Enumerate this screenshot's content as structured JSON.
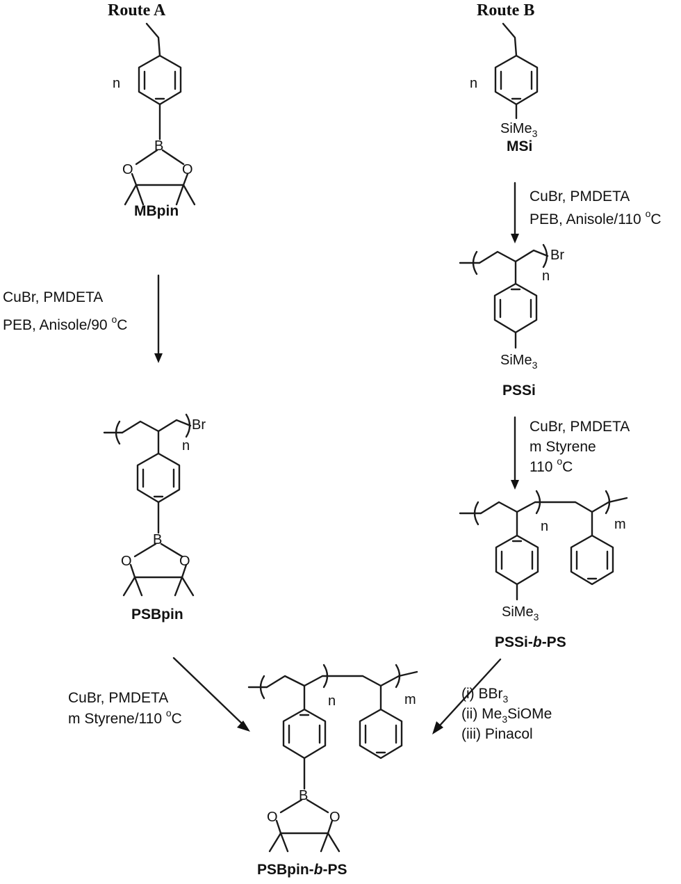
{
  "routes": {
    "route_a_title": "Route A",
    "route_b_title": "Route B"
  },
  "compounds": {
    "mbpin": "MBpin",
    "msi": "MSi",
    "pssi": "PSSi",
    "psbpin": "PSBpin",
    "pssi_b_ps": {
      "prefix": "PSSi-",
      "italic": "b",
      "suffix": "-PS"
    },
    "psbpin_b_ps": {
      "prefix": "PSBpin-",
      "italic": "b",
      "suffix": "-PS"
    }
  },
  "atoms": {
    "boron": "B",
    "oxygen": "O",
    "bromine": "Br",
    "sime3_base": "SiMe",
    "sime3_sub": "3",
    "repeat_n": "n",
    "repeat_m": "m"
  },
  "conditions": {
    "a1": [
      "CuBr, PMDETA",
      "PEB, Anisole/90 ",
      "C"
    ],
    "a2": [
      "CuBr, PMDETA",
      "m Styrene/110 ",
      "C"
    ],
    "b1": [
      "CuBr, PMDETA",
      "PEB, Anisole/110 ",
      "C"
    ],
    "b2": [
      "CuBr, PMDETA",
      "m Styrene",
      "110 ",
      "C"
    ],
    "b3": {
      "line1_prefix": "(i) BBr",
      "line1_sub": "3",
      "line2_prefix": "(ii) Me",
      "line2_sub": "3",
      "line2_suffix": "SiOMe",
      "line3": "(iii) Pinacol"
    },
    "degree": "o"
  }
}
